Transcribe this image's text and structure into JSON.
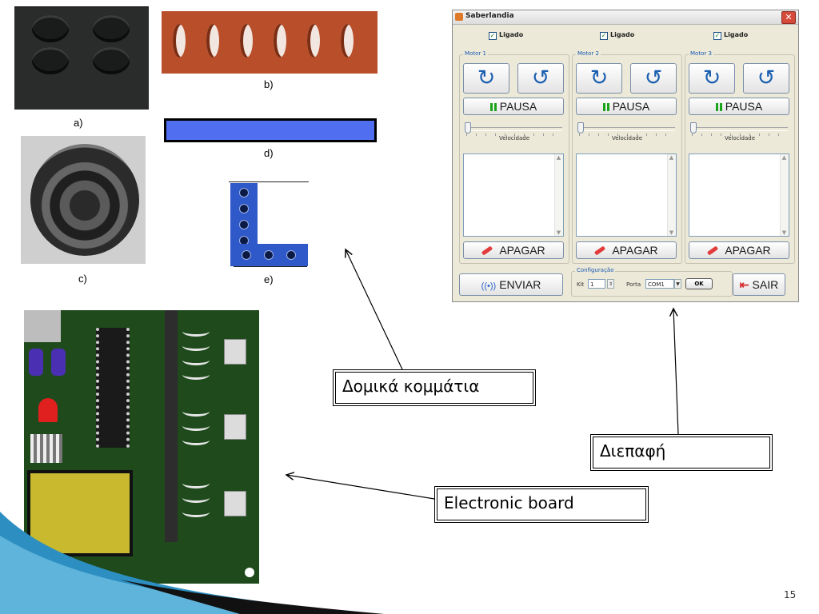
{
  "figures": {
    "a": "a)",
    "b": "b)",
    "c": "c)",
    "d": "d)",
    "e": "e)"
  },
  "app": {
    "title": "Saberlandia",
    "close_glyph": "✕",
    "motors": [
      {
        "enabled_label": "Ligado",
        "group": "Motor 1",
        "rotate_cw": "↻",
        "rotate_ccw": "↺",
        "pause": "PAUSA",
        "speed_label": "Velocidade",
        "erase": "APAGAR"
      },
      {
        "enabled_label": "Ligado",
        "group": "Motor 2",
        "rotate_cw": "↻",
        "rotate_ccw": "↺",
        "pause": "PAUSA",
        "speed_label": "Velocidade",
        "erase": "APAGAR"
      },
      {
        "enabled_label": "Ligado",
        "group": "Motor 3",
        "rotate_cw": "↻",
        "rotate_ccw": "↺",
        "pause": "PAUSA",
        "speed_label": "Velocidade",
        "erase": "APAGAR"
      }
    ],
    "send_button": "ENVIAR",
    "config": {
      "legend": "Configuração",
      "kit_label": "Kit",
      "kit_value": "1",
      "port_label": "Porta",
      "port_value": "COM1",
      "ok": "OK"
    },
    "exit_button": "SAIR"
  },
  "callouts": {
    "structural": "Δομικά κομμάτια",
    "interface": "Διεπαφή",
    "board": "Electronic board"
  },
  "page_number": "15",
  "colors": {
    "dialog_bg": "#ece9d8",
    "accent_blue": "#1b5fb0",
    "pcb_green": "#1e4a1c",
    "beam_blue": "#4f6ff0"
  }
}
